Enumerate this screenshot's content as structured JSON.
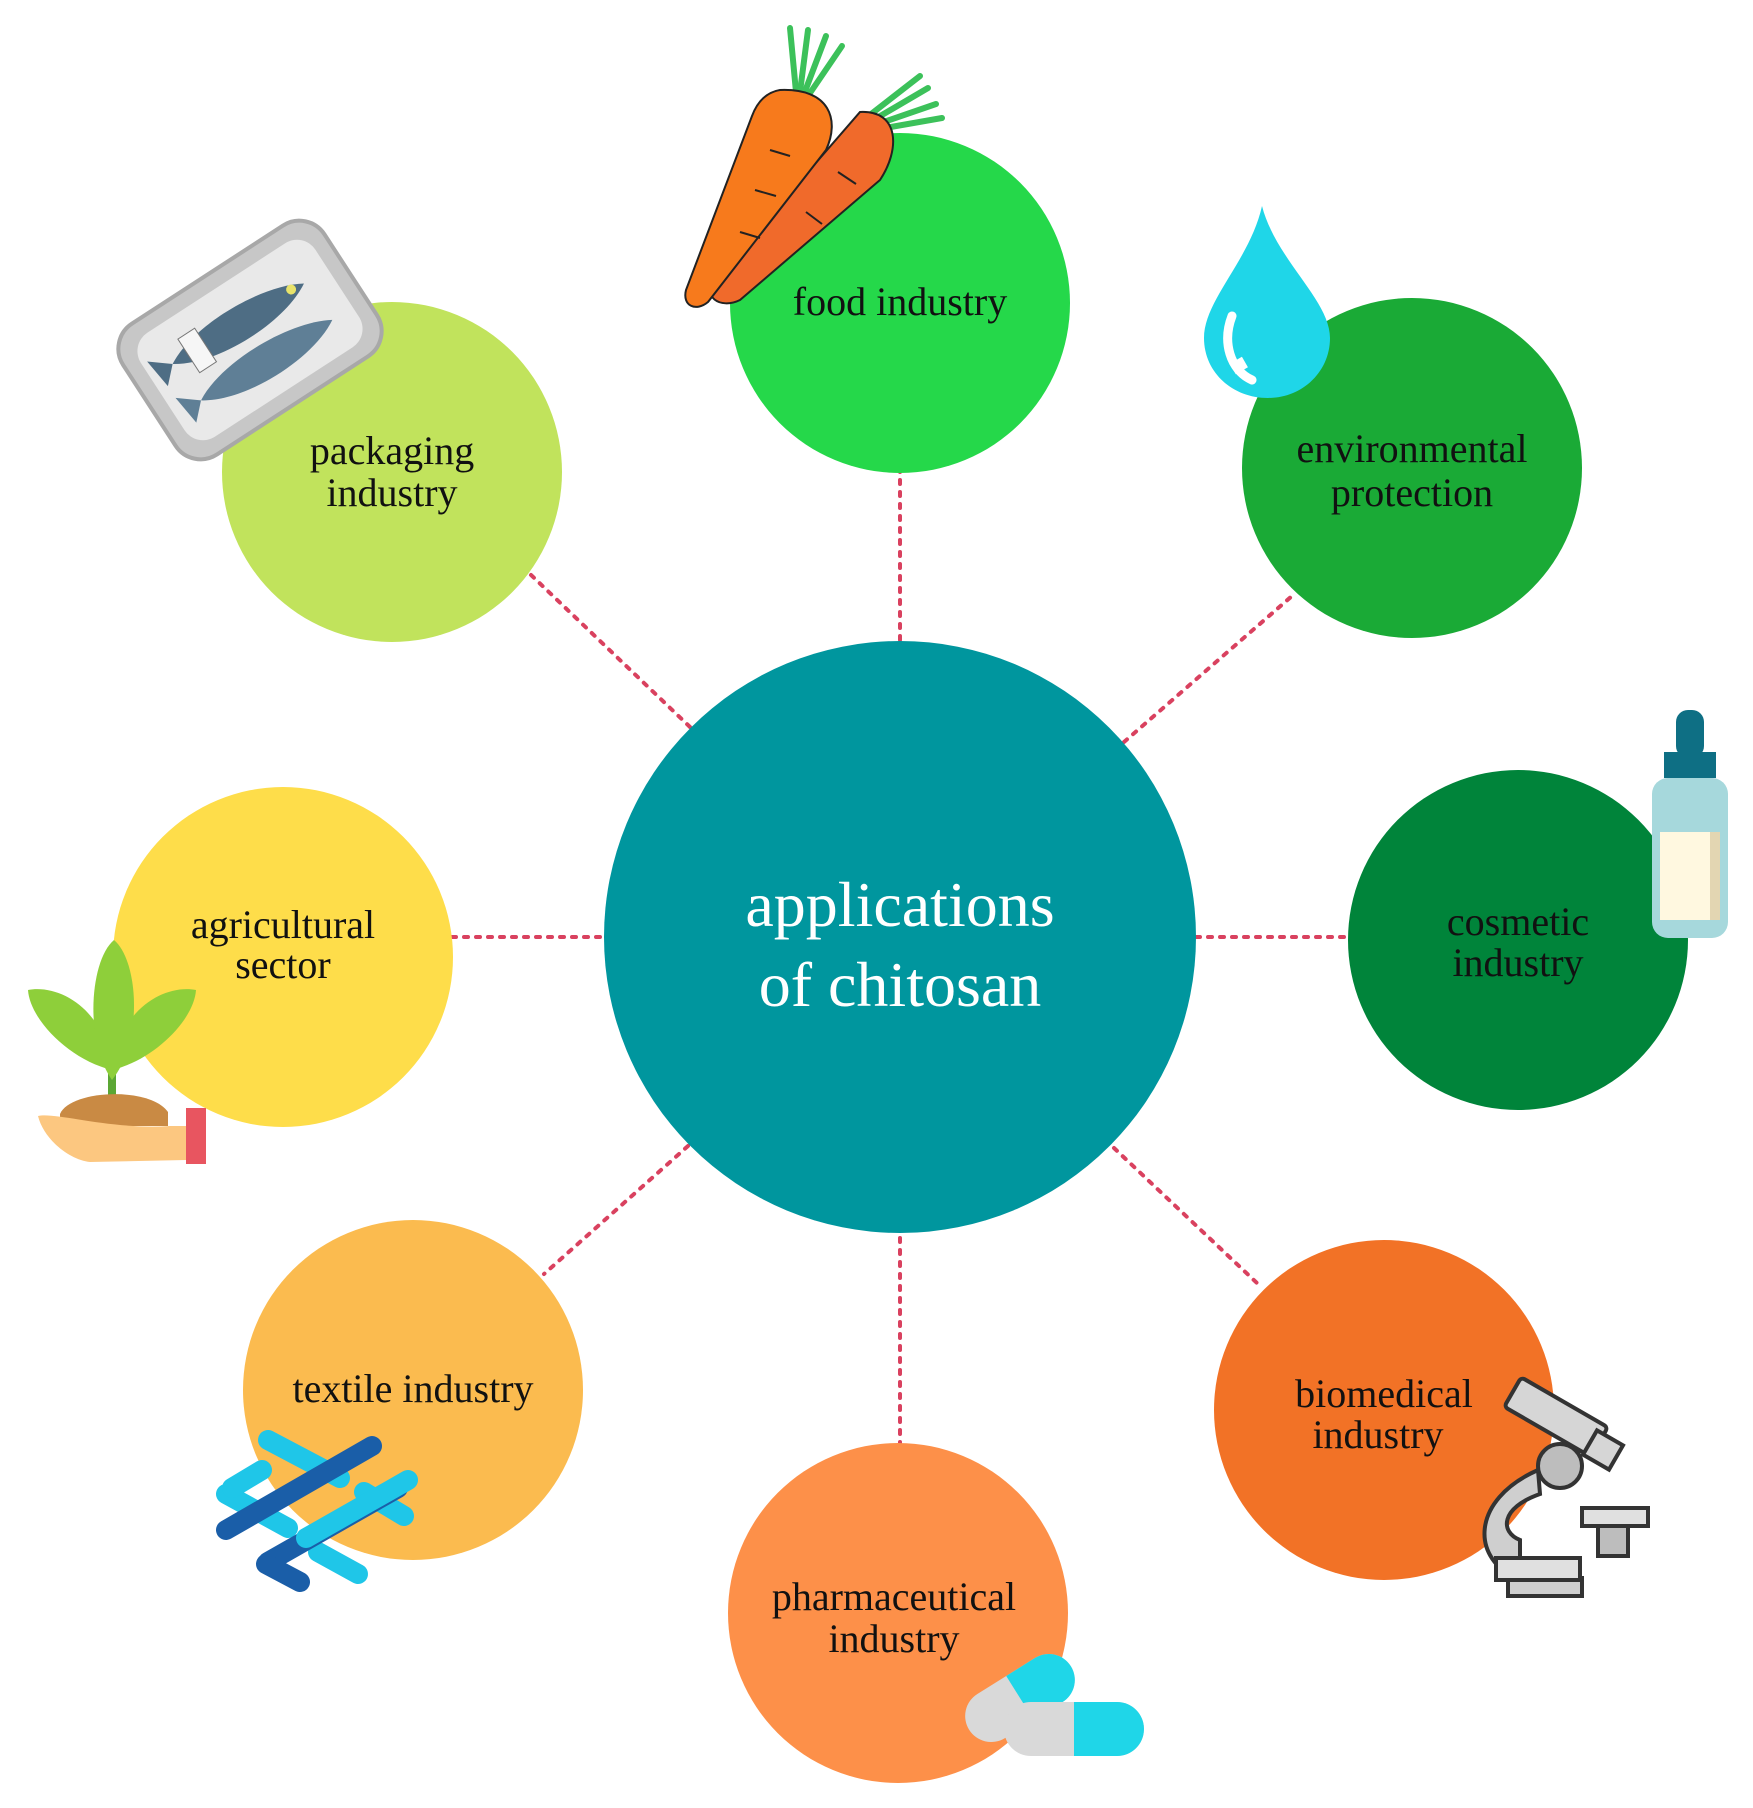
{
  "center": {
    "line1": "applications",
    "line2": "of chitosan",
    "color": "#00969e"
  },
  "connector_color": "#d9415f",
  "nodes": [
    {
      "id": "food",
      "line1": "food  industry",
      "line2": "",
      "color": "#25d84a",
      "icon": "carrots-icon"
    },
    {
      "id": "environmental",
      "line1": "environmental",
      "line2": "protection",
      "color": "#1aaa36",
      "icon": "water-drop-icon"
    },
    {
      "id": "cosmetic",
      "line1": "cosmetic",
      "line2": "industry",
      "color": "#00843a",
      "icon": "dropper-bottle-icon"
    },
    {
      "id": "biomedical",
      "line1": "biomedical",
      "line2": "industry",
      "color": "#f27226",
      "icon": "microscope-icon"
    },
    {
      "id": "pharmaceutical",
      "line1": "pharmaceutical",
      "line2": "industry",
      "color": "#fd9049",
      "icon": "pills-icon"
    },
    {
      "id": "textile",
      "line1": "textile industry",
      "line2": "",
      "color": "#fbbb4f",
      "icon": "woven-fibers-icon"
    },
    {
      "id": "agricultural",
      "line1": "agricultural",
      "line2": "sector",
      "color": "#fedd4a",
      "icon": "plant-in-hand-icon"
    },
    {
      "id": "packaging",
      "line1": "packaging",
      "line2": "industry",
      "color": "#c1e35c",
      "icon": "packaged-fish-icon"
    }
  ]
}
